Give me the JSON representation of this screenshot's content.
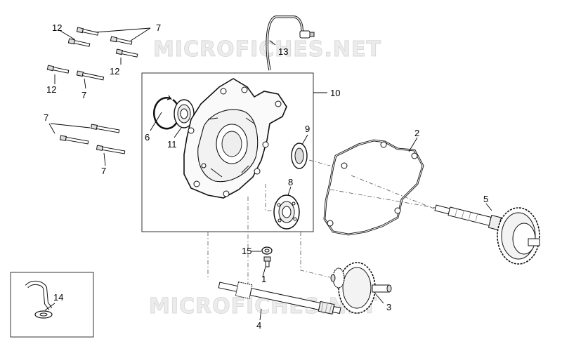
{
  "watermark": "MICROFICHES.NET",
  "callouts": {
    "c1": "1",
    "c2": "2",
    "c3": "3",
    "c4": "4",
    "c5": "5",
    "c6": "6",
    "c7a": "7",
    "c7b": "7",
    "c7c": "7",
    "c7d": "7",
    "c8": "8",
    "c9": "9",
    "c10": "10",
    "c11": "11",
    "c12a": "12",
    "c12b": "12",
    "c12c": "12",
    "c13": "13",
    "c14": "14",
    "c15": "15"
  }
}
